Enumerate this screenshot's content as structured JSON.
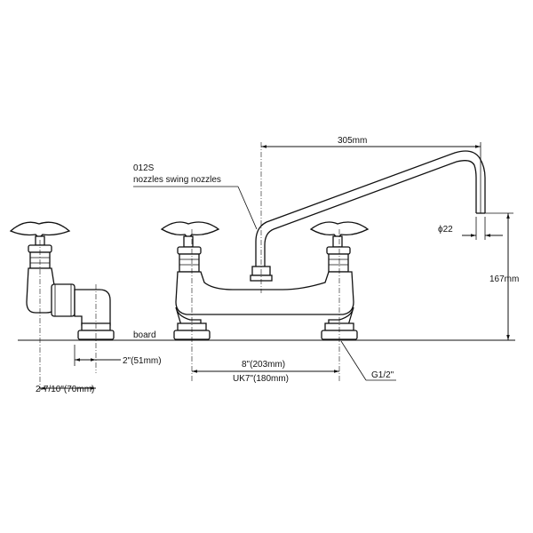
{
  "labels": {
    "model": "012S",
    "nozzle_desc": "nozzles swing nozzles",
    "spout_reach": "305mm",
    "nozzle_dia": "ϕ22",
    "height": "167mm",
    "board": "board",
    "side_offset": "2\"(51mm)",
    "side_depth": "2-7/10\"(70mm)",
    "centers": "8\"(203mm)",
    "centers_uk": "UK7\"(180mm)",
    "thread": "G1/2\""
  }
}
